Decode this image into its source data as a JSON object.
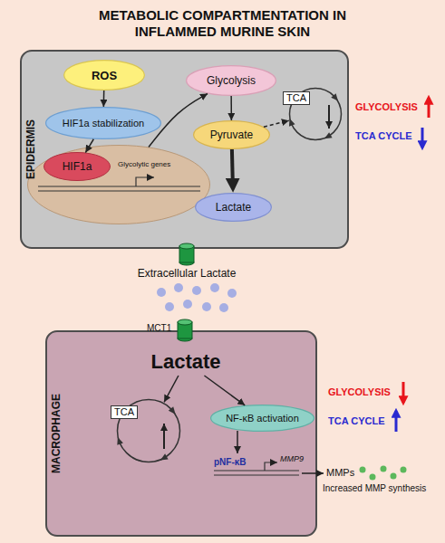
{
  "diagram": {
    "title": "METABOLIC COMPARTMENTATION IN INFLAMMED MURINE SKIN",
    "nodes": [
      {
        "text": [
          "EPIDERMIS"
        ]
      },
      {
        "text": [
          "ROS"
        ],
        "in": 0
      },
      {
        "text": [
          "HIF1a stabilization"
        ],
        "in": 0
      },
      {
        "text": [
          "Glycolytic genes"
        ],
        "in": 0
      },
      {
        "text": [
          "HIF1a"
        ],
        "in": 3
      },
      {
        "text": [
          "Glycolysis"
        ],
        "in": 0
      },
      {
        "text": [
          "Pyruvate"
        ],
        "in": 0
      },
      {
        "text": [
          "Lactate"
        ],
        "in": 0
      },
      {
        "text": [
          "TCA"
        ],
        "in": 0
      },
      {
        "text": [
          "MACROPHAGE"
        ]
      },
      {
        "text": [
          "Lactate"
        ],
        "in": 9
      },
      {
        "text": [
          "TCA"
        ],
        "in": 9
      },
      {
        "text": [
          "NF-κB activation"
        ],
        "in": 9
      }
    ],
    "edges": [
      {
        "from": 1,
        "to": 2,
        "arrow": "to"
      },
      {
        "from": 2,
        "to": 4,
        "arrow": "to"
      },
      {
        "from": 3,
        "to": 5,
        "arrow": "to"
      },
      {
        "from": 5,
        "to": 6,
        "arrow": "to"
      },
      {
        "from": 6,
        "to": 7,
        "arrow": "to"
      },
      {
        "from": 6,
        "to": 8,
        "arrow": "to"
      },
      {
        "from": 10,
        "to": 11,
        "arrow": "to"
      },
      {
        "from": 10,
        "to": 12,
        "arrow": "to"
      }
    ],
    "labels": [
      "GLYCOLYSIS",
      "TCA CYCLE",
      "Extracellular Lactate",
      "MCT1",
      "GLYCOLYSIS",
      "TCA CYCLE",
      "pNF-κB",
      "MMP9",
      "MMPs",
      "Increased MMP synthesis"
    ]
  }
}
